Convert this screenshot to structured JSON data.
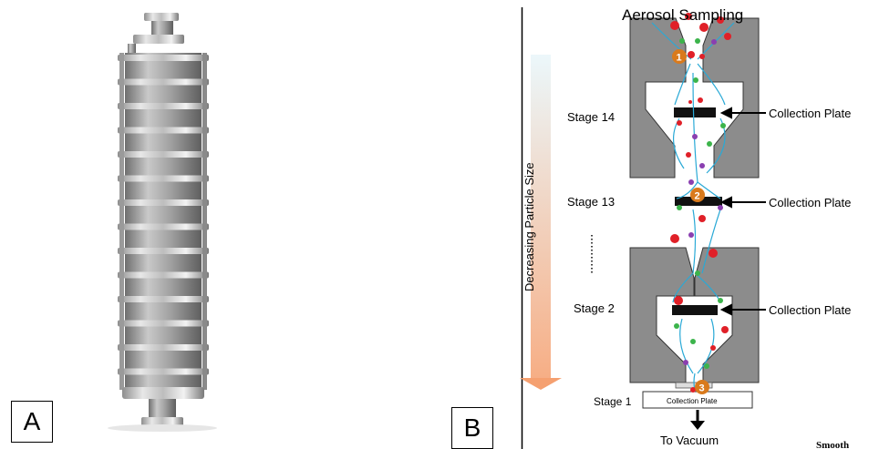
{
  "panels": {
    "a_label": "A",
    "b_label": "B"
  },
  "diagram": {
    "title": "Aerosol Sampling",
    "axis_label": "Decreasing   Particle   Size",
    "stages": [
      {
        "label": "Stage 14",
        "plate_label": "Collection Plate"
      },
      {
        "label": "Stage 13",
        "plate_label": "Collection Plate"
      },
      {
        "label": "Stage 2",
        "plate_label": "Collection Plate"
      },
      {
        "label": "Stage 1",
        "plate_label": "Collection Plate"
      }
    ],
    "markers": [
      "1",
      "2",
      "3"
    ],
    "outlet_label": "To Vacuum",
    "watermark": "Smooth"
  },
  "colors": {
    "impactor_gray": "#8c8c8c",
    "flow_arrow": "#29a9d6",
    "particle_red": "#e02028",
    "particle_green": "#3cb44b",
    "particle_purple": "#8a3fb0",
    "marker_orange": "#d97a1c",
    "gradient_top": "#dff3f8",
    "gradient_bottom": "#f7a77a"
  }
}
